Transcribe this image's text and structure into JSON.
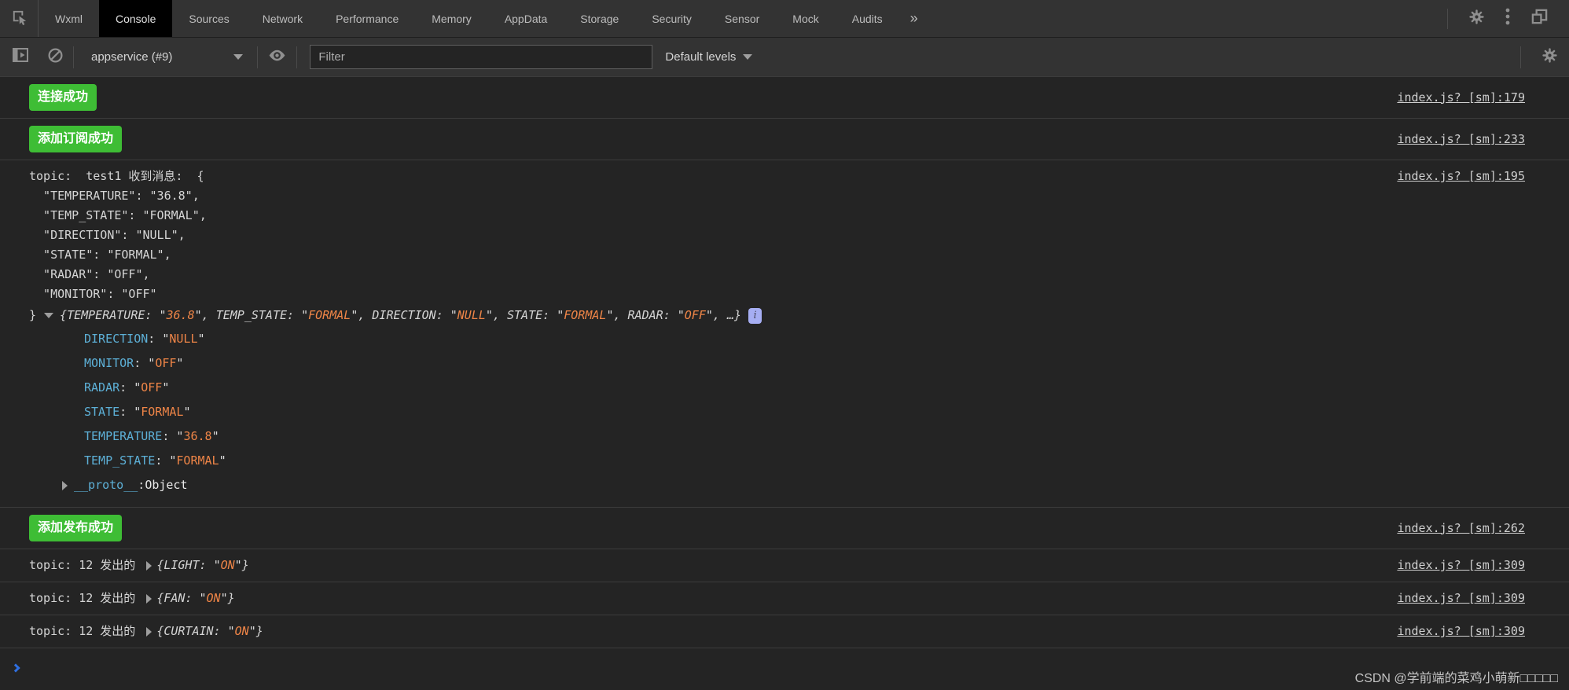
{
  "tabbar": {
    "tabs": [
      {
        "label": "Wxml"
      },
      {
        "label": "Console"
      },
      {
        "label": "Sources"
      },
      {
        "label": "Network"
      },
      {
        "label": "Performance"
      },
      {
        "label": "Memory"
      },
      {
        "label": "AppData"
      },
      {
        "label": "Storage"
      },
      {
        "label": "Security"
      },
      {
        "label": "Sensor"
      },
      {
        "label": "Mock"
      },
      {
        "label": "Audits"
      }
    ],
    "more_label": "»"
  },
  "toolbar": {
    "context_selector": "appservice (#9)",
    "filter_placeholder": "Filter",
    "levels_label": "Default levels"
  },
  "console": {
    "row1": {
      "badge": "连接成功",
      "link": "index.js? [sm]:179"
    },
    "row2": {
      "badge": "添加订阅成功",
      "link": "index.js? [sm]:233"
    },
    "log": {
      "link": "index.js? [sm]:195",
      "lines": [
        "topic:  test1 收到消息:  {",
        "  \"TEMPERATURE\": \"36.8\",",
        "  \"TEMP_STATE\": \"FORMAL\",",
        "  \"DIRECTION\": \"NULL\",",
        "  \"STATE\": \"FORMAL\",",
        "  \"RADAR\": \"OFF\",",
        "  \"MONITOR\": \"OFF\""
      ],
      "close_brace": "}",
      "preview": {
        "open": "{",
        "entries": [
          {
            "k": "TEMPERATURE",
            "v": "36.8"
          },
          {
            "k": "TEMP_STATE",
            "v": "FORMAL"
          },
          {
            "k": "DIRECTION",
            "v": "NULL"
          },
          {
            "k": "STATE",
            "v": "FORMAL"
          },
          {
            "k": "RADAR",
            "v": "OFF"
          }
        ],
        "ellipsis": "…",
        "close": "}",
        "info": "i"
      },
      "tree": {
        "props": [
          {
            "k": "DIRECTION",
            "v": "NULL"
          },
          {
            "k": "MONITOR",
            "v": "OFF"
          },
          {
            "k": "RADAR",
            "v": "OFF"
          },
          {
            "k": "STATE",
            "v": "FORMAL"
          },
          {
            "k": "TEMPERATURE",
            "v": "36.8"
          },
          {
            "k": "TEMP_STATE",
            "v": "FORMAL"
          }
        ],
        "proto_key": "__proto__",
        "proto_value": "Object"
      }
    },
    "row4": {
      "badge": "添加发布成功",
      "link": "index.js? [sm]:262"
    },
    "publish": [
      {
        "prefix": "topic: 12 发出的",
        "open": "{",
        "key": "LIGHT",
        "value": "ON",
        "close": "}",
        "link": "index.js? [sm]:309"
      },
      {
        "prefix": "topic: 12 发出的",
        "open": "{",
        "key": "FAN",
        "value": "ON",
        "close": "}",
        "link": "index.js? [sm]:309"
      },
      {
        "prefix": "topic: 12 发出的",
        "open": "{",
        "key": "CURTAIN",
        "value": "ON",
        "close": "}",
        "link": "index.js? [sm]:309"
      }
    ]
  },
  "watermark": "CSDN @学前端的菜鸡小萌新□□□□□",
  "colors": {
    "badge_green": "#3ebd35",
    "string_orange": "#ef8547",
    "key_blue": "#5db0d7",
    "link_gray": "#cfcfcf",
    "prompt_blue": "#2f6fe0",
    "background": "#242424",
    "toolbar_bg": "#333333"
  }
}
